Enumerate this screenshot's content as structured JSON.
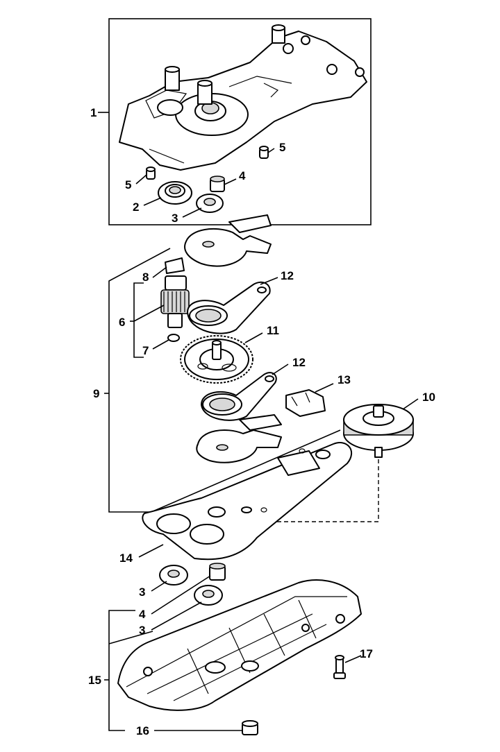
{
  "callouts": {
    "c1": "1",
    "c2": "2",
    "c3a": "3",
    "c4a": "4",
    "c5a": "5",
    "c5b": "5",
    "c6": "6",
    "c7": "7",
    "c8": "8",
    "c9": "9",
    "c10": "10",
    "c11": "11",
    "c12a": "12",
    "c12b": "12",
    "c13": "13",
    "c14": "14",
    "c3b": "3",
    "c4b": "4",
    "c3c": "3",
    "c15": "15",
    "c16": "16",
    "c17": "17"
  }
}
